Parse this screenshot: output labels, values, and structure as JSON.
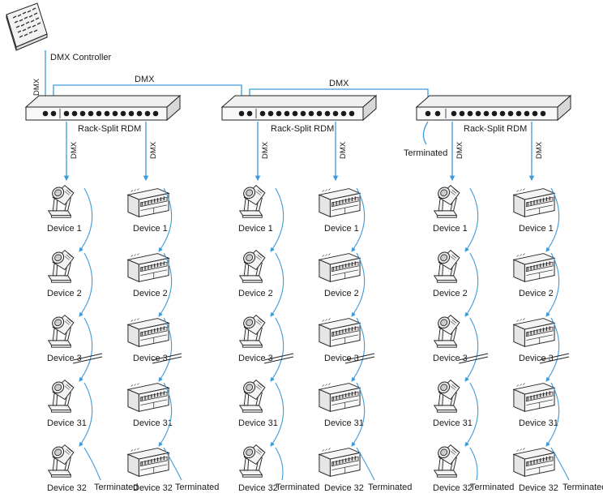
{
  "controller": {
    "label": "DMX Controller",
    "cable_label": "DMX"
  },
  "links": [
    {
      "label": "DMX"
    },
    {
      "label": "DMX"
    }
  ],
  "splitters": [
    {
      "label": "Rack-Split RDM",
      "out_labels": [
        "DMX",
        "DMX"
      ],
      "input_note": ""
    },
    {
      "label": "Rack-Split RDM",
      "out_labels": [
        "DMX",
        "DMX"
      ],
      "input_note": ""
    },
    {
      "label": "Rack-Split RDM",
      "out_labels": [
        "DMX",
        "DMX"
      ],
      "input_note": "Terminated"
    }
  ],
  "chains": {
    "moving_head_devices": [
      "Device 1",
      "Device 2",
      "Device 3",
      "Device 31",
      "Device 32"
    ],
    "dimmer_devices": [
      "Device 1",
      "Device 2",
      "Device 3",
      "Device 31",
      "Device 32"
    ],
    "end_label": "Terminated"
  },
  "colors": {
    "cable": "#3d9ad8",
    "line": "#222222",
    "panel": "#f4f4f4"
  },
  "icons": {
    "controller": "dmx-controller-console-icon",
    "moving_head": "moving-head-fixture-icon",
    "dimmer": "dimmer-pack-icon",
    "splitter": "rack-splitter-icon"
  }
}
